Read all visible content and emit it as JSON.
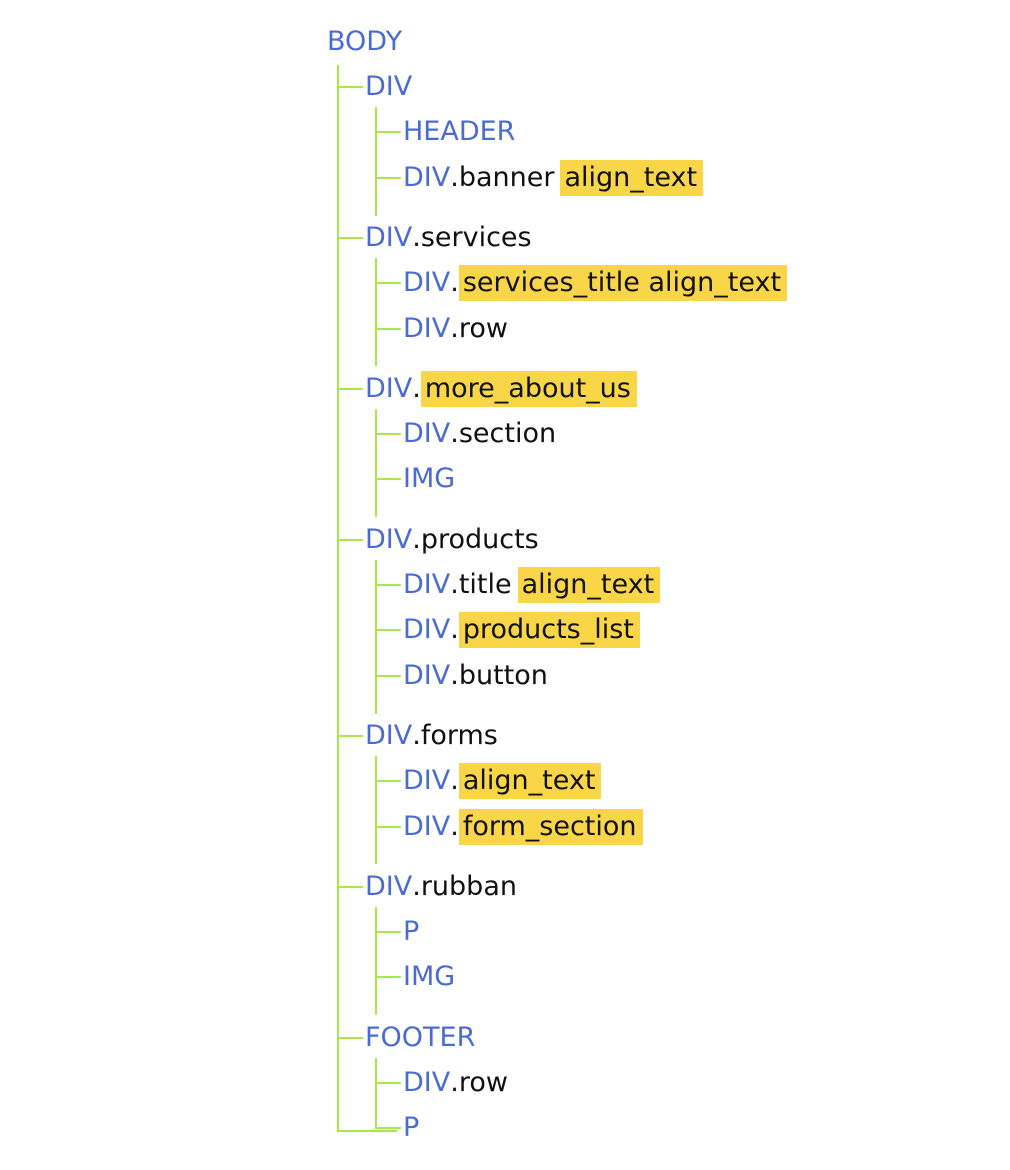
{
  "colors": {
    "tag": "#4a6bd6",
    "text": "#111111",
    "highlight": "#f9d648",
    "connector": "#a8e84a"
  },
  "tree": {
    "root": "BODY",
    "children": [
      {
        "tag": "DIV",
        "children": [
          {
            "tag": "HEADER"
          },
          {
            "tag": "DIV",
            "classes": [
              {
                "text": "banner",
                "hl": false
              },
              {
                "text": "align_text",
                "hl": true
              }
            ]
          }
        ]
      },
      {
        "tag": "DIV",
        "classes": [
          {
            "text": "services",
            "hl": false
          }
        ],
        "children": [
          {
            "tag": "DIV",
            "classes": [
              {
                "text": "services_title align_text",
                "hl": true
              }
            ]
          },
          {
            "tag": "DIV",
            "classes": [
              {
                "text": "row",
                "hl": false
              }
            ]
          }
        ]
      },
      {
        "tag": "DIV",
        "classes": [
          {
            "text": "more_about_us",
            "hl": true
          }
        ],
        "children": [
          {
            "tag": "DIV",
            "classes": [
              {
                "text": "section",
                "hl": false
              }
            ]
          },
          {
            "tag": "IMG"
          }
        ]
      },
      {
        "tag": "DIV",
        "classes": [
          {
            "text": "products",
            "hl": false
          }
        ],
        "children": [
          {
            "tag": "DIV",
            "classes": [
              {
                "text": "title",
                "hl": false
              },
              {
                "text": "align_text",
                "hl": true
              }
            ]
          },
          {
            "tag": "DIV",
            "classes": [
              {
                "text": "products_list",
                "hl": true
              }
            ]
          },
          {
            "tag": "DIV",
            "classes": [
              {
                "text": "button",
                "hl": false
              }
            ]
          }
        ]
      },
      {
        "tag": "DIV",
        "classes": [
          {
            "text": "forms",
            "hl": false
          }
        ],
        "children": [
          {
            "tag": "DIV",
            "classes": [
              {
                "text": "align_text",
                "hl": true
              }
            ]
          },
          {
            "tag": "DIV",
            "classes": [
              {
                "text": "form_section",
                "hl": true
              }
            ]
          }
        ]
      },
      {
        "tag": "DIV",
        "classes": [
          {
            "text": "rubban",
            "hl": false
          }
        ],
        "children": [
          {
            "tag": "P"
          },
          {
            "tag": "IMG"
          }
        ]
      },
      {
        "tag": "FOOTER",
        "children": [
          {
            "tag": "DIV",
            "classes": [
              {
                "text": "row",
                "hl": false
              }
            ]
          },
          {
            "tag": "P"
          }
        ]
      }
    ]
  }
}
